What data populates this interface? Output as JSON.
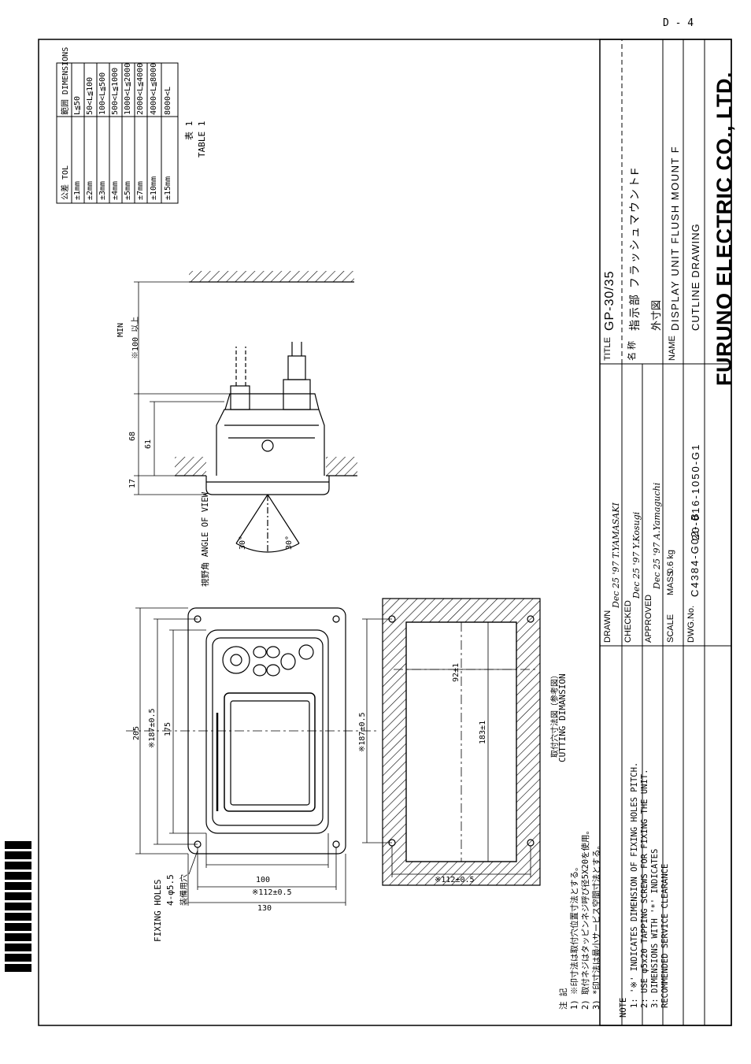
{
  "page": {
    "page_number": "D - 4",
    "company": "FURUNO ELECTRIC CO., LTD."
  },
  "table": {
    "caption_jp": "表 1",
    "caption_en": "TABLE 1",
    "headers": [
      "範囲 DIMENSIONS",
      "公差 TOL"
    ],
    "rows": [
      [
        "L≦50",
        "±1mm"
      ],
      [
        "50<L≦100",
        "±2mm"
      ],
      [
        "100<L≦500",
        "±3mm"
      ],
      [
        "500<L≦1000",
        "±4mm"
      ],
      [
        "1000<L≦2000",
        "±5mm"
      ],
      [
        "2000<L≦4000",
        "±7mm"
      ],
      [
        "4000<L≦8000",
        "±10mm"
      ],
      [
        "8000<L",
        "±15mm"
      ]
    ]
  },
  "front_view": {
    "dims": [
      "205",
      "※187±0.5",
      "175",
      "100",
      "※112±0.5",
      "130"
    ],
    "fixing_holes_en": "FIXING HOLES",
    "fixing_holes_spec": "4-φ5.5",
    "fixing_holes_jp": "装備用穴"
  },
  "side_view": {
    "dims": [
      "17",
      "68",
      "61",
      "MIN",
      "※100 以上"
    ],
    "angle_a": "30°",
    "angle_b": "30°",
    "angle_label": "視野角 ANGLE OF VIEW"
  },
  "cutout": {
    "dims": [
      "※187±0.5",
      "183±1",
      "92±1",
      "※112±0.5"
    ],
    "label_jp": "取付穴寸法図（参考図）",
    "label_en": "CUTTING DIMANSION"
  },
  "notes": {
    "jp_title": "注 記",
    "jp_lines": [
      "1) ※印寸法は取付穴位置寸法とする。",
      "2) 取付ネジはタッピンネジ呼び径5X20を使用。",
      "3) *印寸法は最小サービス空間寸法とする。"
    ],
    "en_title": "NOTE",
    "en_lines": [
      "1: '※' INDICATES DIMENSION OF FIXING HOLES PITCH.",
      "2: USE φ5x20 TAPPING SCREWS FOR FIXING THE UNIT.",
      "3: DIMENSIONS WITH '*' INDICATES",
      "   RECOMMENDED SERVICE CLEARANCE"
    ]
  },
  "title_block": {
    "drawn_label": "DRAWN",
    "drawn_value": "Dec 25 '97  T.YAMASAKI",
    "checked_label": "CHECKED",
    "checked_value": "Dec 25 '97  Y.Kosugi",
    "approved_label": "APPROVED",
    "approved_value": "Dec 25 '97  A.Yamaguchi",
    "scale_label": "SCALE",
    "mass_label": "MASS",
    "mass_value": "0.6 kg",
    "dwg_label": "DWG.No.",
    "dwg_value": "C4384-G02- B",
    "doc_no": "20-016-1050-G1",
    "title_label": "TITLE",
    "title_value": "GP-30/35",
    "name_jp_label": "名 称",
    "name_jp_1": "指示部  フラッシュマウントF",
    "name_jp_2": "外寸図",
    "name_label": "NAME",
    "name_en_1": "DISPLAY UNIT FLUSH MOUNT F",
    "name_en_2": "CUTLINE DRAWING"
  }
}
